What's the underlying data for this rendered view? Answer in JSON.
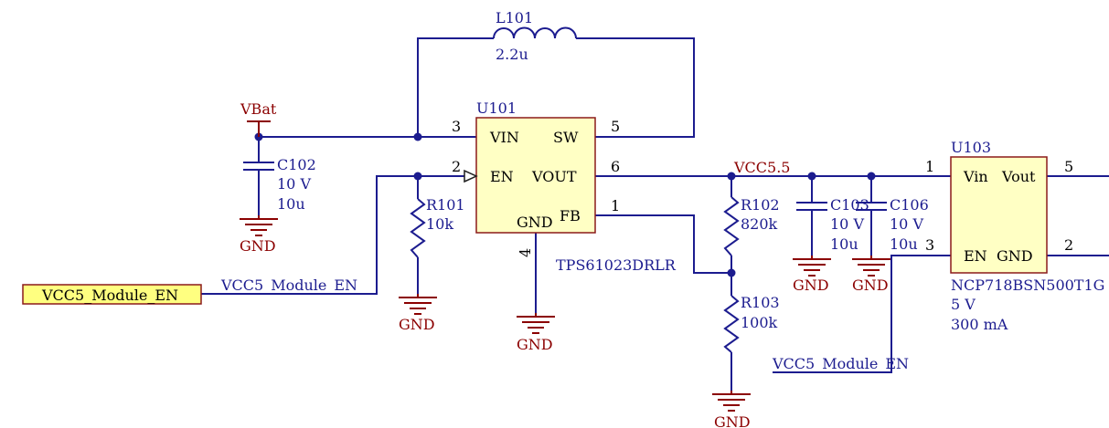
{
  "inductor": {
    "designator": "L101",
    "value": "2.2u"
  },
  "u101": {
    "designator": "U101",
    "part": "TPS61023DRLR",
    "pins": {
      "vin": "VIN",
      "sw": "SW",
      "en": "EN",
      "vout": "VOUT",
      "gnd": "GND",
      "fb": "FB"
    },
    "pin_numbers": {
      "vin": "3",
      "sw": "5",
      "en": "2",
      "vout": "6",
      "fb": "1",
      "gnd": "4"
    }
  },
  "u103": {
    "designator": "U103",
    "part": "NCP718BSN500T1G",
    "voltage": "5 V",
    "current": "300 mA",
    "pins": {
      "vin": "Vin",
      "vout": "Vout",
      "en": "EN",
      "gnd": "GND"
    },
    "pin_numbers": {
      "vin": "1",
      "vout": "5",
      "en": "3",
      "gnd": "2"
    }
  },
  "c102": {
    "designator": "C102",
    "voltage": "10 V",
    "value": "10u"
  },
  "c103": {
    "designator": "C103",
    "voltage": "10 V",
    "value": "10u"
  },
  "c106": {
    "designator": "C106",
    "voltage": "10 V",
    "value": "10u"
  },
  "r101": {
    "designator": "R101",
    "value": "10k"
  },
  "r102": {
    "designator": "R102",
    "value": "820k"
  },
  "r103": {
    "designator": "R103",
    "value": "100k"
  },
  "nets": {
    "vbat": "VBat",
    "vcc55": "VCC5.5",
    "gnd": "GND",
    "module_en": "VCC5_Module_EN"
  },
  "port": {
    "label": "VCC5_Module_EN"
  },
  "colors": {
    "wire": "#1c1c8f",
    "net": "#8b0000",
    "chip_fill": "#ffffc4",
    "port_fill": "#ffff80"
  }
}
